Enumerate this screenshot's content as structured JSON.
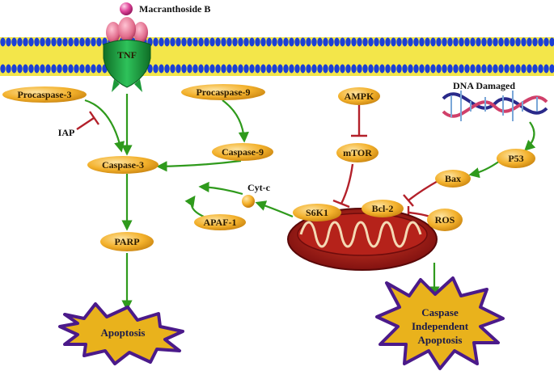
{
  "colors": {
    "membrane_blue": "#1b3fd6",
    "membrane_yellow": "#f3e64a",
    "node_fill": "#f3b12c",
    "node_highlight": "#fde3a0",
    "activation_arrow": "#2f9a1c",
    "inhibition_bar": "#b3202a",
    "star_fill": "#e9b21c",
    "star_stroke": "#4b1a8a",
    "mito_outer": "#8a1212",
    "mito_inner": "#c22a1c",
    "compound": "#e0479b",
    "receptor_green": "#1d9a3a",
    "receptor_pink": "#e06a8a"
  },
  "compound": {
    "label": "Macranthoside B",
    "icon": "pink-sphere-icon"
  },
  "receptor": {
    "label": "TNF",
    "icon": "receptor-icon"
  },
  "dna": {
    "label": "DNA Damaged",
    "icon": "dna-helix-icon"
  },
  "mitochondrion": {
    "icon": "mitochondrion-icon"
  },
  "nodes": {
    "procaspase3": "Procaspase-3",
    "iap": "IAP",
    "caspase3": "Caspase-3",
    "parp": "PARP",
    "procaspase9": "Procaspase-9",
    "caspase9": "Caspase-9",
    "cytc": "Cyt-c",
    "apaf1": "APAF-1",
    "ampk": "AMPK",
    "mtor": "mTOR",
    "s6k1": "S6K1",
    "bcl2": "Bcl-2",
    "bax": "Bax",
    "p53": "P53",
    "ros": "ROS"
  },
  "outcomes": {
    "apoptosis": "Apoptosis",
    "caspase_independent": [
      "Caspase",
      "Independent",
      "Apoptosis"
    ]
  }
}
